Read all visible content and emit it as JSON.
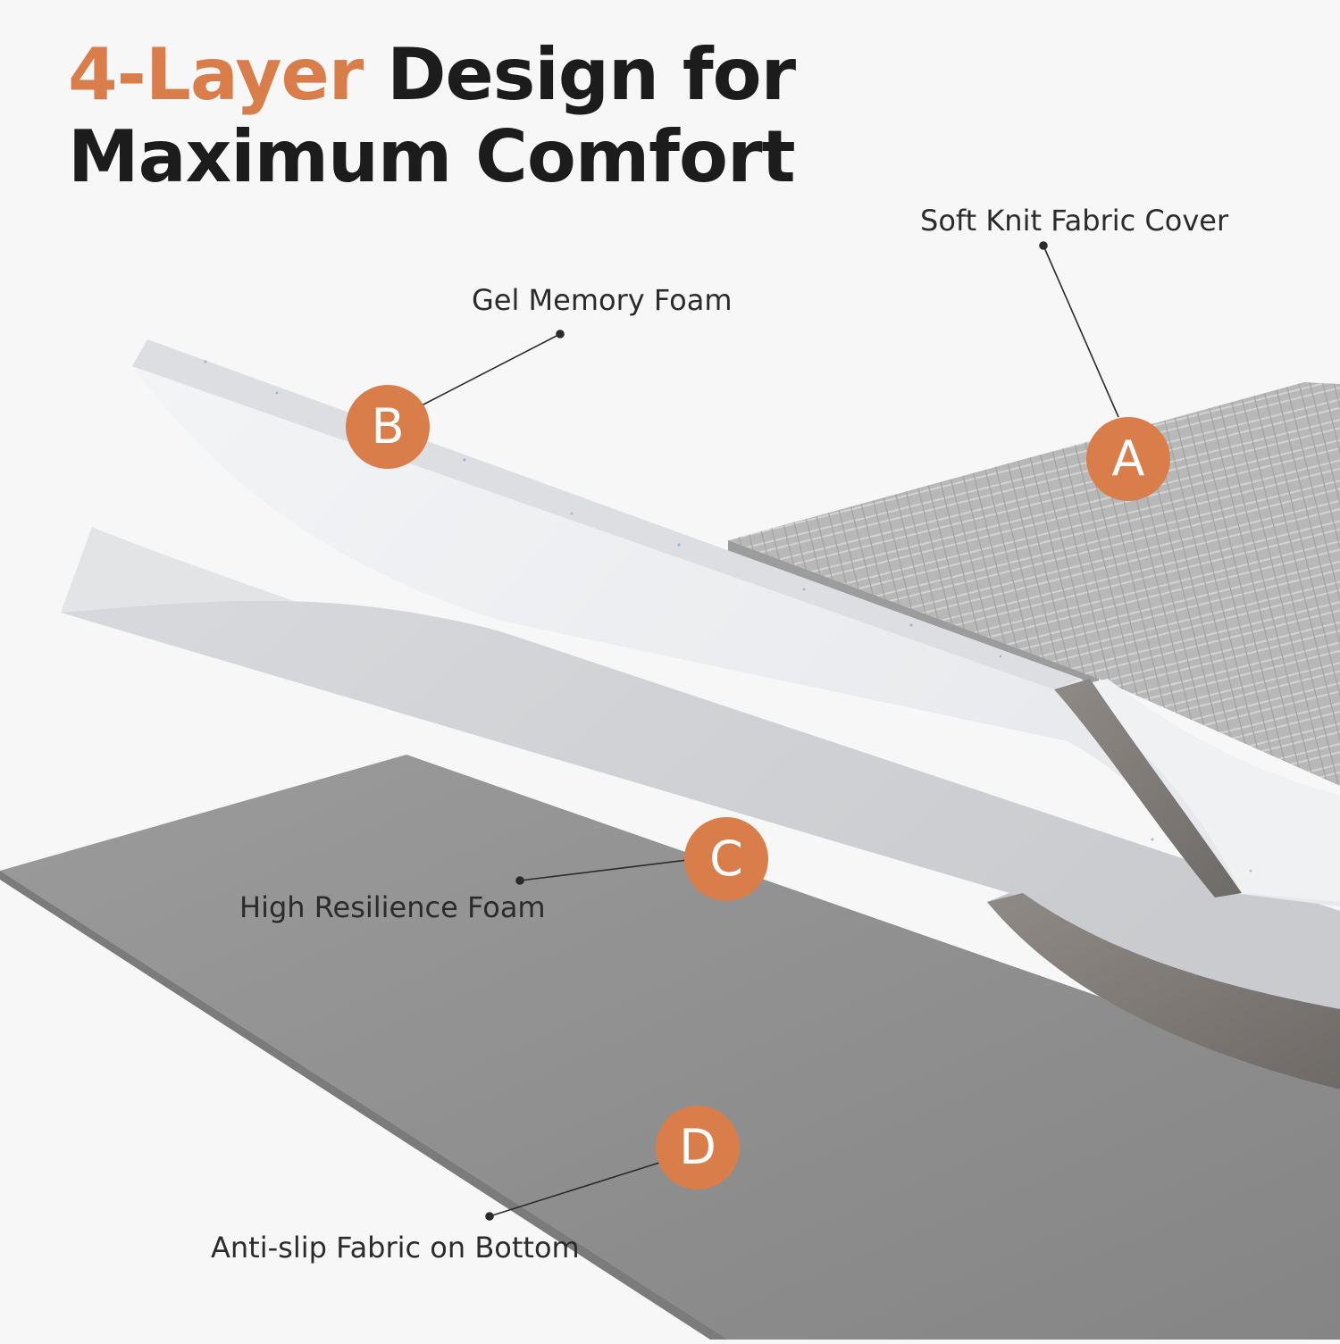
{
  "title": {
    "accent": "4-Layer",
    "rest_line1": " Design for",
    "line2": "Maximum Comfort"
  },
  "colors": {
    "accent": "#d97e4a",
    "background": "#f7f7f7",
    "title_text": "#1c1c1c",
    "label_text": "#2b2b2b"
  },
  "layers": [
    {
      "letter": "A",
      "label": "Soft Knit Fabric Cover"
    },
    {
      "letter": "B",
      "label": "Gel Memory Foam"
    },
    {
      "letter": "C",
      "label": "High Resilience Foam"
    },
    {
      "letter": "D",
      "label": "Anti-slip Fabric on Bottom"
    }
  ]
}
